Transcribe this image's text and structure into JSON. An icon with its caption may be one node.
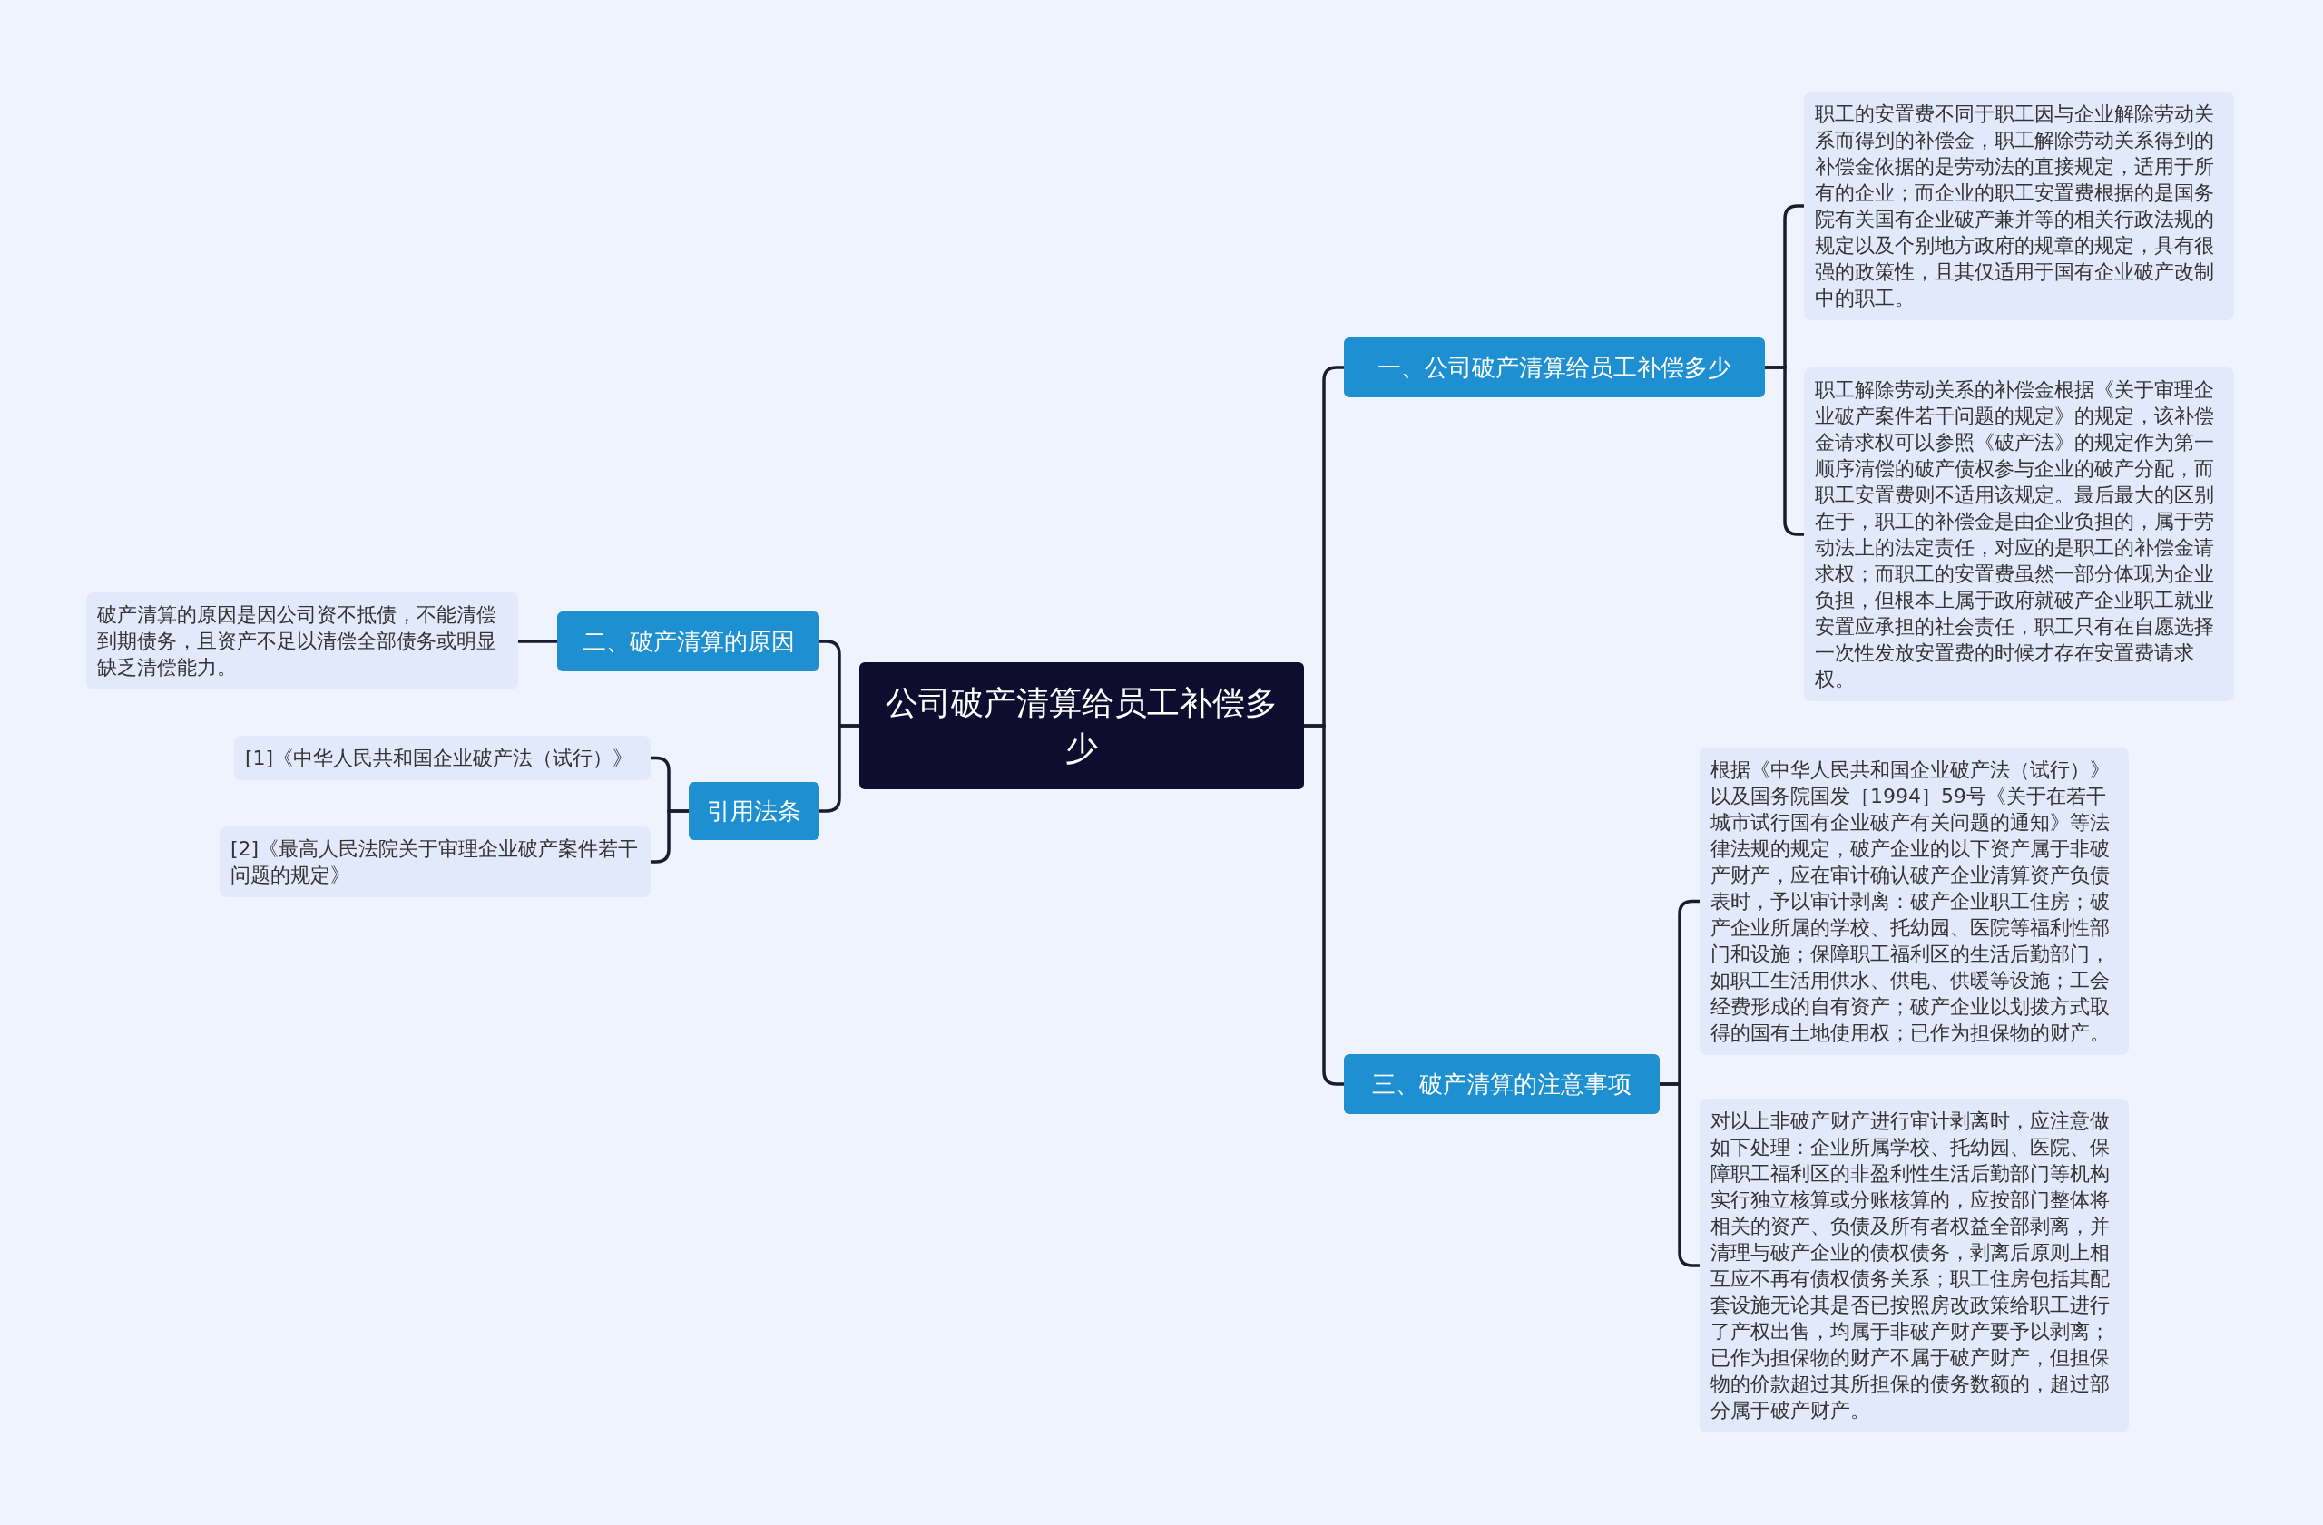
{
  "diagram": {
    "nodes": [
      {
        "text": [
          "公司破产清算给员工补偿多少"
        ]
      },
      {
        "text": [
          "一、公司破产清算给员工补偿多少"
        ]
      },
      {
        "text": [
          "职工的安置费不同于职工因与企业解除劳动关系而得到的补偿金，职工解除劳动关系得到的补偿金依据的是劳动法的直接规定，适用于所有的企业；而企业的职工安置费根据的是国务院有关国有企业破产兼并等的相关行政法规的规定以及个别地方政府的规章的规定，具有很强的政策性，且其仅适用于国有企业破产改制中的职工。"
        ]
      },
      {
        "text": [
          "职工解除劳动关系的补偿金根据《关于审理企业破产案件若干问题的规定》的规定，该补偿金请求权可以参照《破产法》的规定作为第一顺序清偿的破产债权参与企业的破产分配，而职工安置费则不适用该规定。最后最大的区别在于，职工的补偿金是由企业负担的，属于劳动法上的法定责任，对应的是职工的补偿金请求权；而职工的安置费虽然一部分体现为企业负担，但根本上属于政府就破产企业职工就业安置应承担的社会责任，职工只有在自愿选择一次性发放安置费的时候才存在安置费请求权。"
        ]
      },
      {
        "text": [
          "二、破产清算的原因"
        ]
      },
      {
        "text": [
          "破产清算的原因是因公司资不抵债，不能清偿到期债务，且资产不足以清偿全部债务或明显缺乏清偿能力。"
        ]
      },
      {
        "text": [
          "引用法条"
        ]
      },
      {
        "text": [
          "[1]《中华人民共和国企业破产法（试行）》"
        ]
      },
      {
        "text": [
          "[2]《最高人民法院关于审理企业破产案件若干问题的规定》"
        ]
      },
      {
        "text": [
          "三、破产清算的注意事项"
        ]
      },
      {
        "text": [
          "根据《中华人民共和国企业破产法（试行）》以及国务院国发［1994］59号《关于在若干城市试行国有企业破产有关问题的通知》等法律法规的规定，破产企业的以下资产属于非破产财产，应在审计确认破产企业清算资产负债表时，予以审计剥离：破产企业职工住房；破产企业所属的学校、托幼园、医院等福利性部门和设施；保障职工福利区的生活后勤部门，如职工生活用供水、供电、供暖等设施；工会经费形成的自有资产；破产企业以划拨方式取得的国有土地使用权；已作为担保物的财产。"
        ]
      },
      {
        "text": [
          "对以上非破产财产进行审计剥离时，应注意做如下处理：企业所属学校、托幼园、医院、保障职工福利区的非盈利性生活后勤部门等机构实行独立核算或分账核算的，应按部门整体将相关的资产、负债及所有者权益全部剥离，并清理与破产企业的债权债务，剥离后原则上相互应不再有债权债务关系；职工住房包括其配套设施无论其是否已按照房改政策给职工进行了产权出售，均属于非破产财产要予以剥离；已作为担保物的财产不属于破产财产，但担保物的价款超过其所担保的债务数额的，超过部分属于破产财产。"
        ]
      }
    ],
    "edges": [
      {
        "from": 0,
        "to": 1,
        "arrow": "none"
      },
      {
        "from": 1,
        "to": 2,
        "arrow": "none"
      },
      {
        "from": 1,
        "to": 3,
        "arrow": "none"
      },
      {
        "from": 0,
        "to": 4,
        "arrow": "none"
      },
      {
        "from": 4,
        "to": 5,
        "arrow": "none"
      },
      {
        "from": 0,
        "to": 6,
        "arrow": "none"
      },
      {
        "from": 6,
        "to": 7,
        "arrow": "none"
      },
      {
        "from": 6,
        "to": 8,
        "arrow": "none"
      },
      {
        "from": 0,
        "to": 9,
        "arrow": "none"
      },
      {
        "from": 9,
        "to": 10,
        "arrow": "none"
      },
      {
        "from": 9,
        "to": 11,
        "arrow": "none"
      }
    ]
  }
}
